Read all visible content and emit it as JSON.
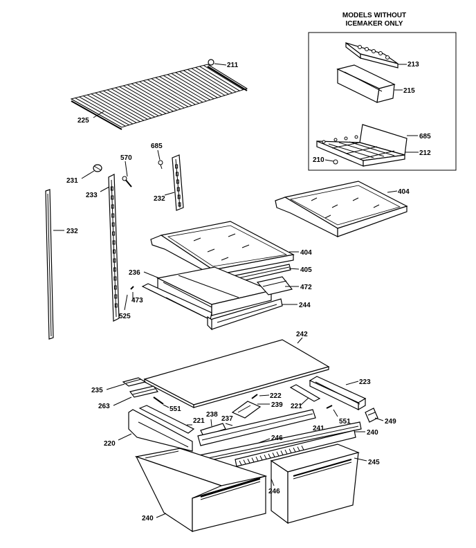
{
  "inset": {
    "title_line1": "MODELS WITHOUT",
    "title_line2": "ICEMAKER ONLY"
  },
  "callouts": {
    "c211": "211",
    "c213": "213",
    "c215": "215",
    "c685a": "685",
    "c212": "212",
    "c210": "210",
    "c225": "225",
    "c685b": "685",
    "c570": "570",
    "c231": "231",
    "c233": "233",
    "c232a": "232",
    "c232b": "232",
    "c404a": "404",
    "c404b": "404",
    "c405": "405",
    "c236": "236",
    "c472": "472",
    "c473": "473",
    "c525": "525",
    "c244": "244",
    "c242": "242",
    "c235": "235",
    "c223": "223",
    "c263": "263",
    "c222": "222",
    "c239": "239",
    "c221a": "221",
    "c551a": "551",
    "c221b": "221",
    "c238": "238",
    "c237": "237",
    "c551b": "551",
    "c249": "249",
    "c220": "220",
    "c241": "241",
    "c240a": "240",
    "c246a": "246",
    "c245": "245",
    "c246b": "246",
    "c240b": "240"
  }
}
